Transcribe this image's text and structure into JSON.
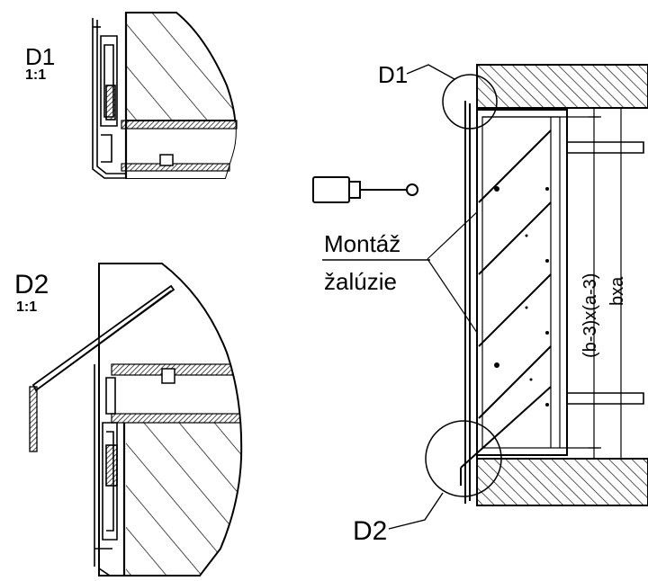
{
  "details": {
    "d1": {
      "label": "D1",
      "scale": "1:1"
    },
    "d2": {
      "label": "D2",
      "scale": "1:1"
    }
  },
  "callouts": {
    "d1_ref": "D1",
    "d2_ref": "D2"
  },
  "annotation": {
    "line1": "Montáž",
    "line2": "žalúzie"
  },
  "dimensions": {
    "inner": "(b-3)x(a-3)",
    "outer": "bxa"
  }
}
